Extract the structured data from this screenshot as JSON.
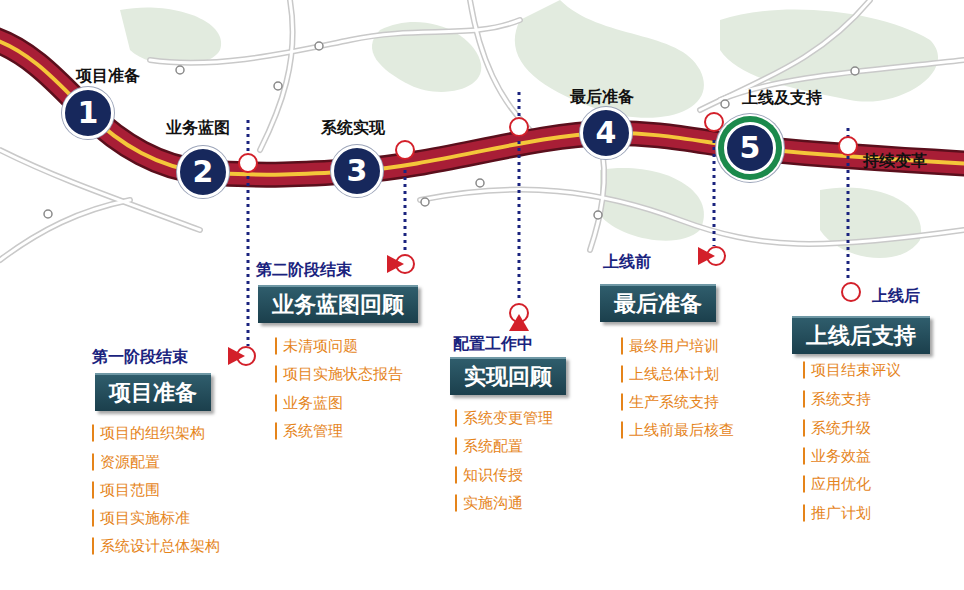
{
  "diagram": {
    "nodes": [
      {
        "text": [
          "1",
          "项目准备"
        ]
      },
      {
        "text": [
          "2",
          "业务蓝图"
        ]
      },
      {
        "text": [
          "3",
          "系统实现"
        ]
      },
      {
        "text": [
          "4",
          "最后准备"
        ]
      },
      {
        "text": [
          "5",
          "上线及支持"
        ]
      },
      {
        "text": [
          "项目准备"
        ]
      },
      {
        "text": [
          "业务蓝图回顾"
        ]
      },
      {
        "text": [
          "实现回顾"
        ]
      },
      {
        "text": [
          "最后准备"
        ]
      },
      {
        "text": [
          "上线后支持"
        ]
      }
    ],
    "labels": [
      "持续变革",
      "第一阶段结束",
      "第二阶段结束",
      "配置工作中",
      "上线前",
      "上线后",
      "项目的组织架构",
      "资源配置",
      "项目范围",
      "项目实施标准",
      "系统设计总体架构",
      "未清项问题",
      "项目实施状态报告",
      "业务蓝图",
      "系统管理",
      "系统变更管理",
      "系统配置",
      "知识传授",
      "实施沟通",
      "最终用户培训",
      "上线总体计划",
      "生产系统支持",
      "上线前最后核查",
      "项目结束评议",
      "系统支持",
      "系统升级",
      "业务效益",
      "应用优化",
      "推广计划"
    ]
  }
}
